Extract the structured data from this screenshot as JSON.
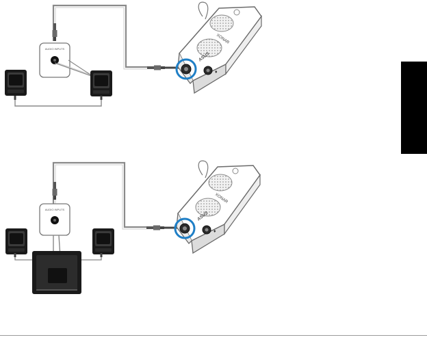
{
  "figure_top": {
    "jack_panel_label": "AUDIO INPUTS",
    "device_brand": "XONAR",
    "device_maker": "ASUS"
  },
  "figure_bottom": {
    "jack_panel_label": "AUDIO INPUTS",
    "device_brand": "XONAR",
    "device_maker": "ASUS"
  },
  "colors": {
    "highlight_ring": "#1f7fc6",
    "cable": "#8a8a8a",
    "speaker": "#1a1a1a",
    "side_tab": "#000000"
  },
  "icons": {
    "speaker": "speaker-icon",
    "subwoofer": "subwoofer-icon",
    "jack": "audio-jack-icon",
    "plug": "audio-plug-icon",
    "usb_device": "usb-sound-card-icon"
  }
}
